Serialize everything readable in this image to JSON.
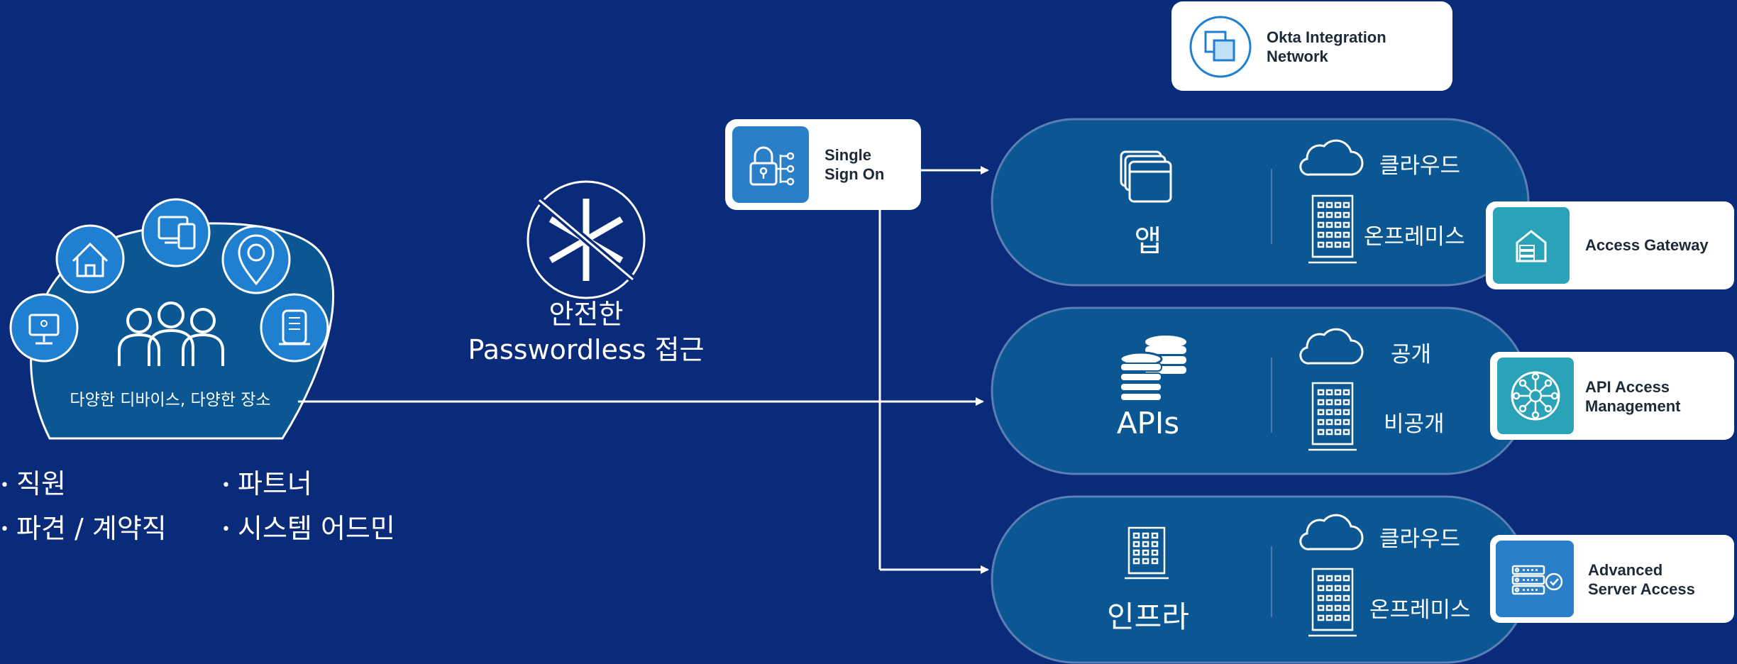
{
  "users": {
    "caption": "다양한 디바이스, 다양한 장소",
    "roles": [
      "직원",
      "파견 / 계약직",
      "파트너",
      "시스템 어드민"
    ],
    "icons": [
      "monitor-icon",
      "home-icon",
      "devices-icon",
      "location-pin-icon",
      "office-building-icon",
      "people-group-icon"
    ]
  },
  "passwordless": {
    "line1": "안전한",
    "line2": "Passwordless 접근",
    "icon": "no-password-icon"
  },
  "sso": {
    "label1": "Single",
    "label2": "Sign On",
    "icon": "lock-network-icon"
  },
  "oin": {
    "label1": "Okta Integration",
    "label2": "Network",
    "icon": "integration-squares-icon"
  },
  "rows": [
    {
      "title": "앱",
      "top_label": "클라우드",
      "bottom_label": "온프레미스",
      "icon": "app-windows-icon"
    },
    {
      "title": "APIs",
      "top_label": "공개",
      "bottom_label": "비공개",
      "icon": "database-icon"
    },
    {
      "title": "인프라",
      "top_label": "클라우드",
      "bottom_label": "온프레미스",
      "icon": "building-icon"
    }
  ],
  "side_products": [
    {
      "label1": "Access Gateway",
      "label2": "",
      "icon": "gateway-house-icon"
    },
    {
      "label1": "API Access",
      "label2": "Management",
      "icon": "api-hub-icon"
    },
    {
      "label1": "Advanced",
      "label2": "Server Access",
      "icon": "server-check-icon"
    }
  ],
  "colors": {
    "background": "#0a2a7a",
    "pill": "#0b5794",
    "pill_border": "#5b7fb5",
    "icon_blue": "#1f7fd0",
    "teal": "#2aa3b8",
    "white": "#ffffff"
  }
}
